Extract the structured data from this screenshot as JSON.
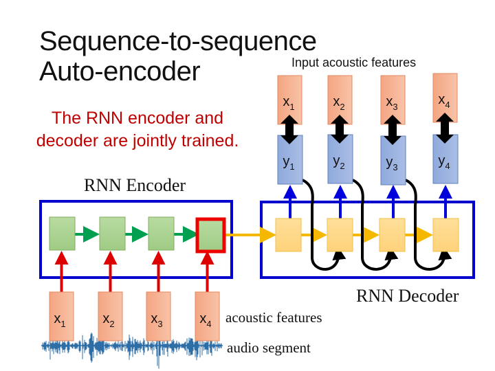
{
  "slide": {
    "title_line1": "Sequence-to-sequence",
    "title_line2": "Auto-encoder",
    "note_line1": "The RNN encoder and",
    "note_line2": "decoder are jointly trained.",
    "input_features_label": "Input acoustic features",
    "encoder_label": "RNN Encoder",
    "decoder_label": "RNN Decoder",
    "acoustic_features_label": "acoustic features",
    "audio_segment_label": "audio segment"
  },
  "top_inputs": [
    {
      "base": "x",
      "sub": "1"
    },
    {
      "base": "x",
      "sub": "2"
    },
    {
      "base": "x",
      "sub": "3"
    },
    {
      "base": "x",
      "sub": "4"
    }
  ],
  "outputs": [
    {
      "base": "y",
      "sub": "1"
    },
    {
      "base": "y",
      "sub": "2"
    },
    {
      "base": "y",
      "sub": "3"
    },
    {
      "base": "y",
      "sub": "4"
    }
  ],
  "bottom_inputs": [
    {
      "base": "x",
      "sub": "1"
    },
    {
      "base": "x",
      "sub": "2"
    },
    {
      "base": "x",
      "sub": "3"
    },
    {
      "base": "x",
      "sub": "4"
    }
  ],
  "encoder": {
    "cells": 4,
    "highlighted_cell": 4
  },
  "decoder": {
    "cells": 4
  },
  "colors": {
    "feature_box": "#f4a582",
    "output_box": "#8faadc",
    "encoder_cell": "#a9d18e",
    "decoder_cell": "#ffd966",
    "frame_blue": "#0000cc",
    "highlight_red": "#ee0000",
    "encoder_arrow": "#00a050",
    "decoder_arrow": "#f5b800",
    "input_arrow": "#dd0000",
    "output_arrow": "#0000dd",
    "waveform": "#2e6ea6",
    "note_red": "#c00000"
  }
}
